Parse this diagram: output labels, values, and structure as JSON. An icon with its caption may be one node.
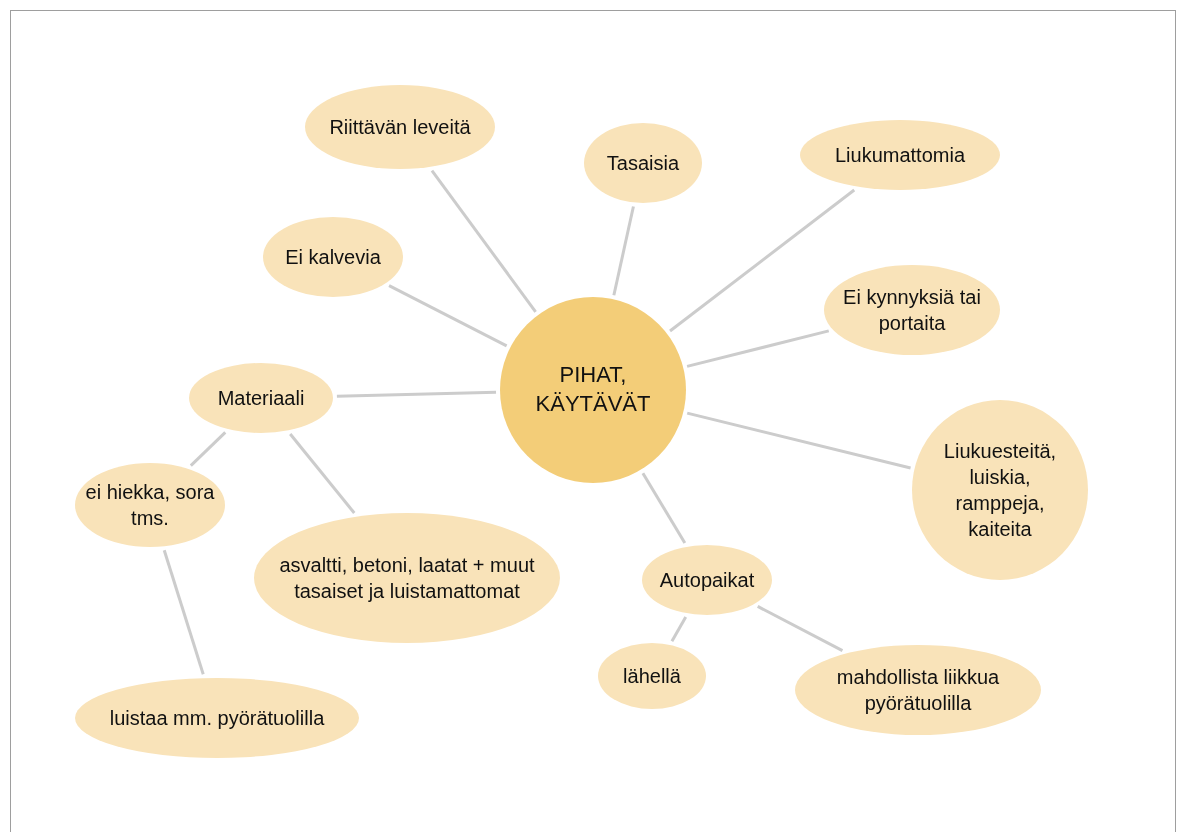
{
  "diagram": {
    "nodes": [
      {
        "text": [
          "PIHAT, KÄYTÄVÄT"
        ]
      },
      {
        "text": [
          "Riittävän leveitä"
        ]
      },
      {
        "text": [
          "Tasaisia"
        ]
      },
      {
        "text": [
          "Liukumattomia"
        ]
      },
      {
        "text": [
          "Ei kalvevia"
        ]
      },
      {
        "text": [
          "Ei kynnyksiä tai portaita"
        ]
      },
      {
        "text": [
          "Materiaali"
        ]
      },
      {
        "text": [
          "Liukuesteitä, luiskia, ramppeja, kaiteita"
        ]
      },
      {
        "text": [
          "ei hiekka, sora tms."
        ]
      },
      {
        "text": [
          "asvaltti, betoni, laatat + muut tasaiset ja luistamattomat"
        ]
      },
      {
        "text": [
          "Autopaikat"
        ]
      },
      {
        "text": [
          "lähellä"
        ]
      },
      {
        "text": [
          "mahdollista liikkua pyörätuolilla"
        ]
      },
      {
        "text": [
          "luistaa mm. pyörätuolilla"
        ]
      }
    ],
    "edges": [
      {
        "from": 0,
        "to": 1,
        "arrow": "none"
      },
      {
        "from": 0,
        "to": 2,
        "arrow": "none"
      },
      {
        "from": 0,
        "to": 3,
        "arrow": "none"
      },
      {
        "from": 0,
        "to": 4,
        "arrow": "none"
      },
      {
        "from": 0,
        "to": 5,
        "arrow": "none"
      },
      {
        "from": 0,
        "to": 6,
        "arrow": "none"
      },
      {
        "from": 0,
        "to": 7,
        "arrow": "none"
      },
      {
        "from": 0,
        "to": 10,
        "arrow": "none"
      },
      {
        "from": 6,
        "to": 8,
        "arrow": "none"
      },
      {
        "from": 6,
        "to": 9,
        "arrow": "none"
      },
      {
        "from": 8,
        "to": 13,
        "arrow": "none"
      },
      {
        "from": 10,
        "to": 11,
        "arrow": "none"
      },
      {
        "from": 10,
        "to": 12,
        "arrow": "none"
      }
    ]
  }
}
